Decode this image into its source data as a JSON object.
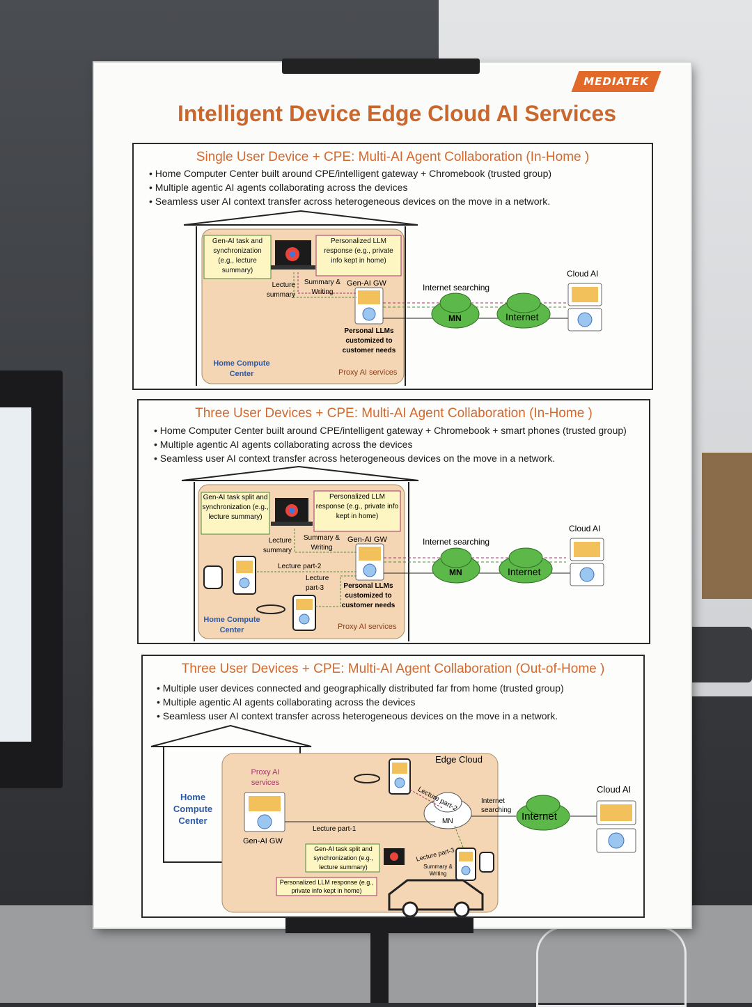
{
  "logo": "MEDIATEK",
  "title": "Intelligent Device Edge Cloud AI Services",
  "colors": {
    "title": "#c9672c",
    "house_fill": "#f5d6b4",
    "cloud_green": "#5cb848",
    "note_fill": "#fdf6c3",
    "logo": "#e1692a"
  },
  "panels": [
    {
      "title": "Single User Device + CPE: Multi-AI Agent Collaboration (In-Home )",
      "bullets": [
        "Home Computer Center built around CPE/intelligent gateway + Chromebook (trusted group)",
        "Multiple agentic AI agents collaborating across the devices",
        "Seamless user AI context transfer across heterogeneous devices on the move in a network."
      ],
      "task_note": "Gen-AI task and synchronization (e.g., lecture summary)",
      "llm_note": "Personalized LLM response (e.g., private info kept in home)",
      "lecture_summary": "Lecture summary",
      "summary_writing": "Summary & Writing",
      "gw": "Gen-AI GW",
      "personal_llms": "Personal LLMs customized to customer needs",
      "home_center": "Home Compute Center",
      "proxy": "Proxy AI services",
      "internet_searching": "Internet searching",
      "mn": "MN",
      "internet": "Internet",
      "cloud_ai": "Cloud AI"
    },
    {
      "title": "Three User Devices + CPE: Multi-AI Agent Collaboration (In-Home )",
      "bullets": [
        "Home Computer Center built around CPE/intelligent gateway + Chromebook + smart phones (trusted group)",
        "Multiple agentic AI agents collaborating across the devices",
        "Seamless user AI context transfer across heterogeneous devices on the move in a network."
      ],
      "task_note": "Gen-AI task split and synchronization (e.g., lecture summary)",
      "llm_note": "Personalized LLM response (e.g., private info kept in home)",
      "lecture_summary": "Lecture summary",
      "summary_writing": "Summary & Writing",
      "gw": "Gen-AI GW",
      "lecture_part2": "Lecture part-2",
      "lecture_part3": "Lecture part-3",
      "personal_llms": "Personal LLMs customized to customer needs",
      "home_center": "Home Compute Center",
      "proxy": "Proxy AI services",
      "internet_searching": "Internet searching",
      "mn": "MN",
      "internet": "Internet",
      "cloud_ai": "Cloud AI"
    },
    {
      "title": "Three User Devices + CPE: Multi-AI Agent Collaboration (Out-of-Home )",
      "bullets": [
        "Multiple user devices connected and geographically distributed far from home (trusted group)",
        "Multiple agentic AI agents collaborating across the devices",
        "Seamless user AI context transfer across heterogeneous devices on the move in a network."
      ],
      "home_center": "Home Compute Center",
      "edge_cloud": "Edge Cloud",
      "proxy": "Proxy AI services",
      "gw": "Gen-AI GW",
      "lecture_part1": "Lecture part-1",
      "lecture_part2": "Lecture part-2",
      "lecture_part3": "Lecture part-3",
      "internet_searching": "Internet searching",
      "mn": "MN",
      "internet": "Internet",
      "cloud_ai": "Cloud AI",
      "task_note": "Gen-AI task split and synchronization (e.g., lecture summary)",
      "llm_note": "Personalized LLM response (e.g., private info kept in home)",
      "summary_writing": "Summary & Writing"
    }
  ]
}
